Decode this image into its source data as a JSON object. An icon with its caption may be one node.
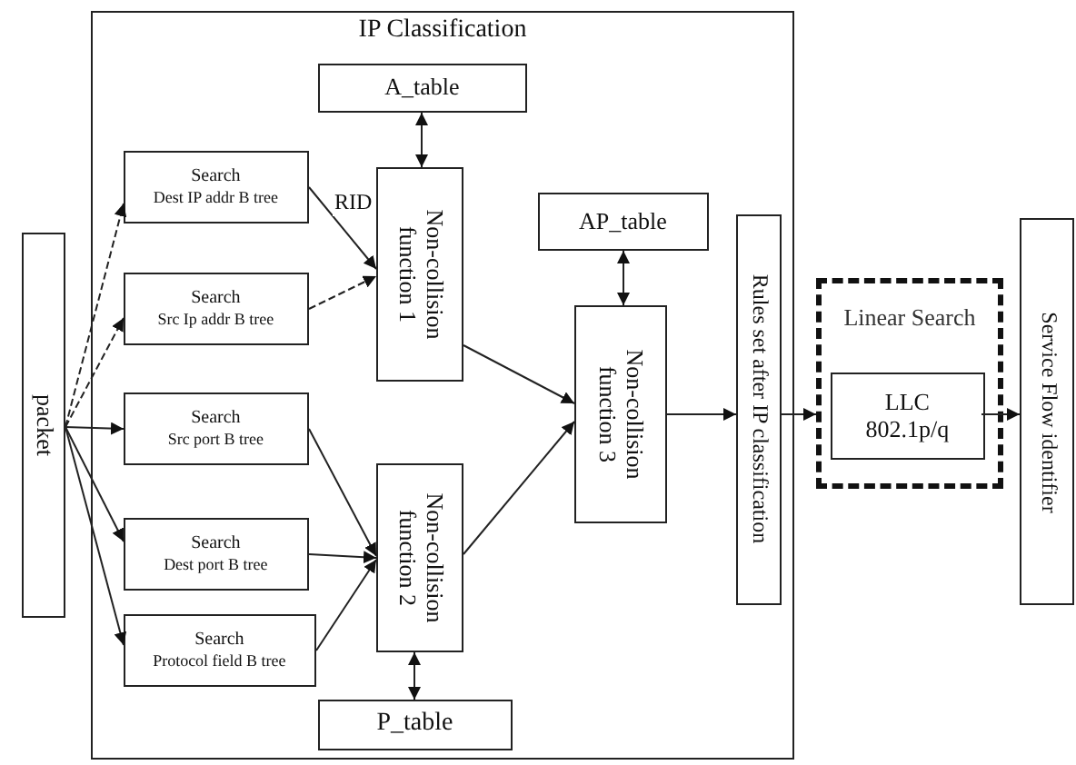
{
  "diagram": {
    "nodes": [
      {
        "text": [
          "IP Classification"
        ]
      },
      {
        "text": [
          "packet"
        ]
      },
      {
        "text": [
          "Search",
          "Dest IP addr B tree"
        ],
        "in": 0
      },
      {
        "text": [
          "Search",
          "Src Ip addr B tree"
        ],
        "in": 0
      },
      {
        "text": [
          "Search",
          "Src port B tree"
        ],
        "in": 0
      },
      {
        "text": [
          "Search",
          "Dest port B tree"
        ],
        "in": 0
      },
      {
        "text": [
          "Search",
          "Protocol field B tree"
        ],
        "in": 0
      },
      {
        "text": [
          "A_table"
        ],
        "in": 0
      },
      {
        "text": [
          "Non-collision function 1"
        ],
        "in": 0
      },
      {
        "text": [
          "Non-collision function 2"
        ],
        "in": 0
      },
      {
        "text": [
          "P_table"
        ],
        "in": 0
      },
      {
        "text": [
          "AP_table"
        ],
        "in": 0
      },
      {
        "text": [
          "Non-collision function 3"
        ],
        "in": 0
      },
      {
        "text": [
          "Rules set after IP classification"
        ],
        "in": 0
      },
      {
        "text": [
          "Linear Search"
        ]
      },
      {
        "text": [
          "LLC",
          "802.1p/q"
        ],
        "in": 14
      },
      {
        "text": [
          "Service Flow identifier"
        ]
      }
    ],
    "edges": [
      {
        "from": 1,
        "to": 2,
        "arrow": "to",
        "style": "dashed"
      },
      {
        "from": 1,
        "to": 3,
        "arrow": "to",
        "style": "dashed"
      },
      {
        "from": 1,
        "to": 4,
        "arrow": "to"
      },
      {
        "from": 1,
        "to": 5,
        "arrow": "to"
      },
      {
        "from": 1,
        "to": 6,
        "arrow": "to"
      },
      {
        "from": 2,
        "to": 8,
        "arrow": "to",
        "label": "RID"
      },
      {
        "from": 3,
        "to": 8,
        "arrow": "to",
        "style": "dashed"
      },
      {
        "from": 4,
        "to": 9,
        "arrow": "to"
      },
      {
        "from": 5,
        "to": 9,
        "arrow": "to"
      },
      {
        "from": 6,
        "to": 9,
        "arrow": "to"
      },
      {
        "from": 7,
        "to": 8,
        "arrow": "both"
      },
      {
        "from": 10,
        "to": 9,
        "arrow": "both"
      },
      {
        "from": 11,
        "to": 12,
        "arrow": "both"
      },
      {
        "from": 8,
        "to": 12,
        "arrow": "to"
      },
      {
        "from": 9,
        "to": 12,
        "arrow": "to"
      },
      {
        "from": 12,
        "to": 13,
        "arrow": "to"
      },
      {
        "from": 13,
        "to": 14,
        "arrow": "to"
      },
      {
        "from": 15,
        "to": 16,
        "arrow": "to"
      }
    ]
  }
}
